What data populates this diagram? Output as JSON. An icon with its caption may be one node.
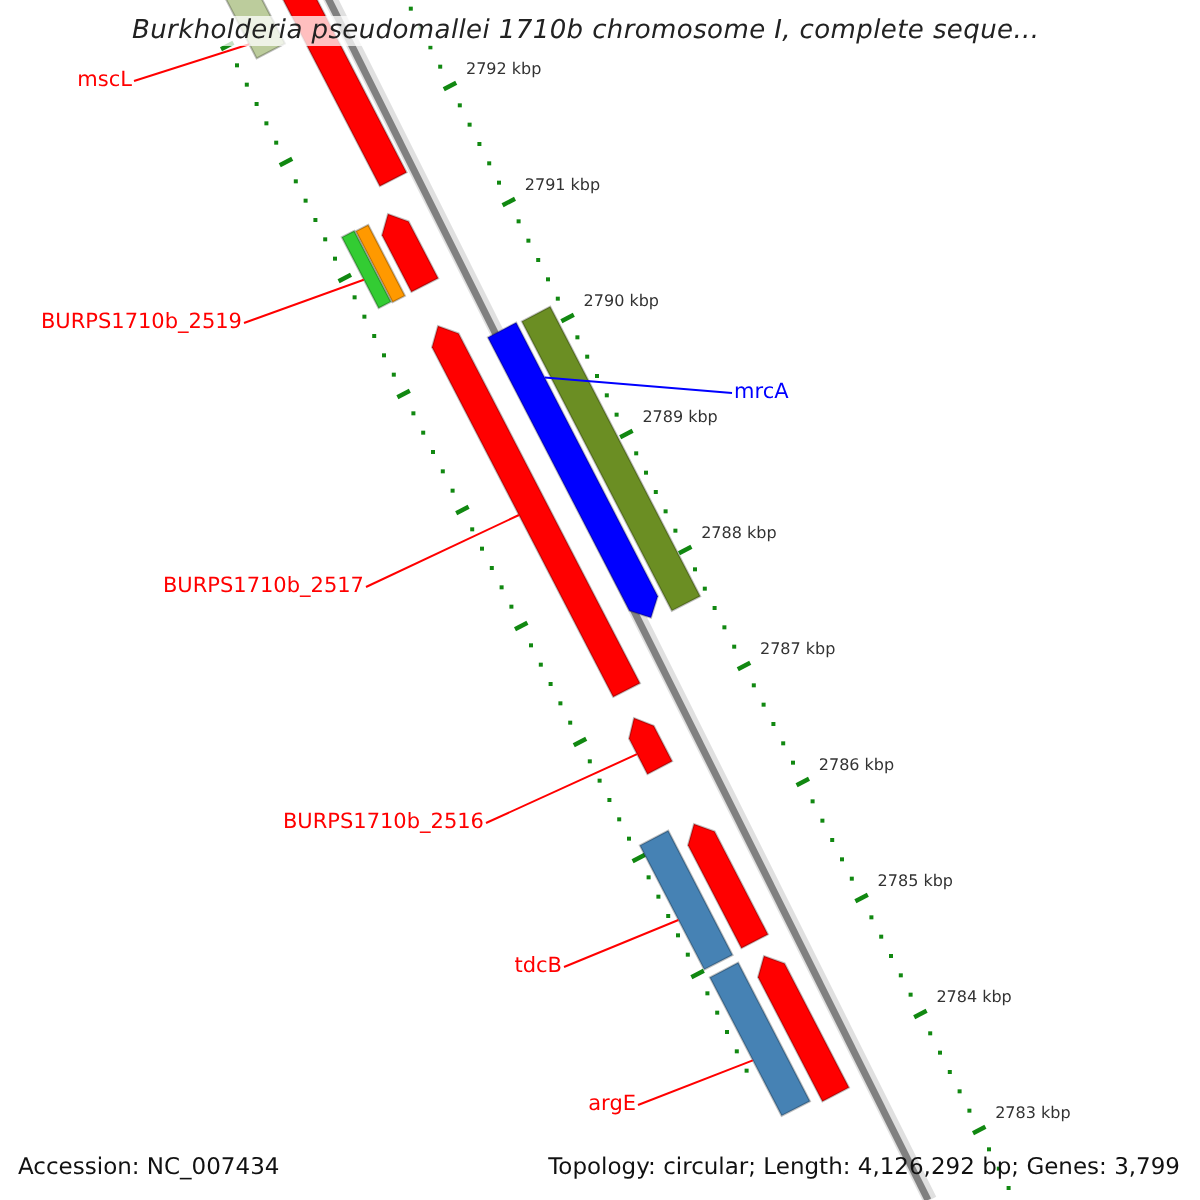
{
  "diagram": {
    "title": "Burkholderia pseudomallei 1710b chromosome I, complete seque...",
    "nodes": [
      {
        "text": [
          "mscL"
        ]
      },
      {
        "text": [
          "BURPS1710b_2519"
        ]
      },
      {
        "text": [
          "mrcA"
        ]
      },
      {
        "text": [
          "BURPS1710b_2517"
        ]
      },
      {
        "text": [
          "BURPS1710b_2516"
        ]
      },
      {
        "text": [
          "tdcB"
        ]
      },
      {
        "text": [
          "argE"
        ]
      },
      {
        "text": [],
        "shape": "bar"
      },
      {
        "text": [],
        "shape": "bar"
      },
      {
        "text": [],
        "shape": "bar"
      },
      {
        "text": [],
        "shape": "bar"
      },
      {
        "text": [],
        "shape": "bar"
      },
      {
        "text": [],
        "shape": "bar"
      },
      {
        "text": [],
        "shape": "bar"
      },
      {
        "text": [],
        "shape": "bar"
      },
      {
        "text": [],
        "shape": "bar"
      },
      {
        "text": [],
        "shape": "bar"
      },
      {
        "text": [],
        "shape": "bar"
      },
      {
        "text": [],
        "shape": "bar"
      },
      {
        "text": [],
        "shape": "bar"
      }
    ],
    "edges": [
      {
        "from": 0,
        "to": 7,
        "arrow": "none"
      },
      {
        "from": 1,
        "to": 10,
        "arrow": "none"
      },
      {
        "from": 2,
        "to": 13,
        "arrow": "none",
        "color": "#0000ff"
      },
      {
        "from": 3,
        "to": 14,
        "arrow": "none"
      },
      {
        "from": 4,
        "to": 15,
        "arrow": "none"
      },
      {
        "from": 5,
        "to": 16,
        "arrow": "none"
      },
      {
        "from": 6,
        "to": 18,
        "arrow": "none"
      }
    ],
    "labels": [
      "2792 kbp",
      "2791 kbp",
      "2790 kbp",
      "2789 kbp",
      "2788 kbp",
      "2787 kbp",
      "2786 kbp",
      "2785 kbp",
      "2784 kbp",
      "2783 kbp",
      "Accession: NC_007434",
      "Topology: circular; Length: 4,126,292 bp; Genes: 3,799"
    ]
  }
}
